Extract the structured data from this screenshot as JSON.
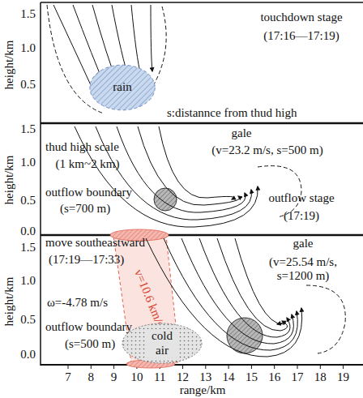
{
  "diagram": {
    "nodes": [
      {
        "text": [
          "rain"
        ]
      },
      {
        "text": [
          "cold air"
        ]
      }
    ],
    "labels": [
      "1.5",
      "1.0",
      "0.5",
      "height/km",
      "touchdown stage",
      "(17:16—17:19)",
      "s:distannce from thud high",
      "1.5",
      "1.0",
      "0.5",
      "0.0",
      "height/km",
      "thud high scale",
      "(1 km~2 km)",
      "gale",
      "(v=23.2 m/s, s=500 m)",
      "outflow boundary",
      "(s=700 m)",
      "outflow stage",
      "(17:19)",
      "move southeastward",
      "(17:19—17:33)",
      "v=10.6 km/s",
      "gale",
      "(v=25.54 m/s, s=1200 m)",
      "1.5",
      "1.0",
      "0.5",
      "0.0",
      "height/km",
      "ω=-4.78 m/s",
      "outflow boundary",
      "(s=500 m)",
      "7",
      "8",
      "9",
      "10",
      "11",
      "12",
      "13",
      "14",
      "15",
      "16",
      "17",
      "18",
      "19",
      "range/km"
    ]
  }
}
